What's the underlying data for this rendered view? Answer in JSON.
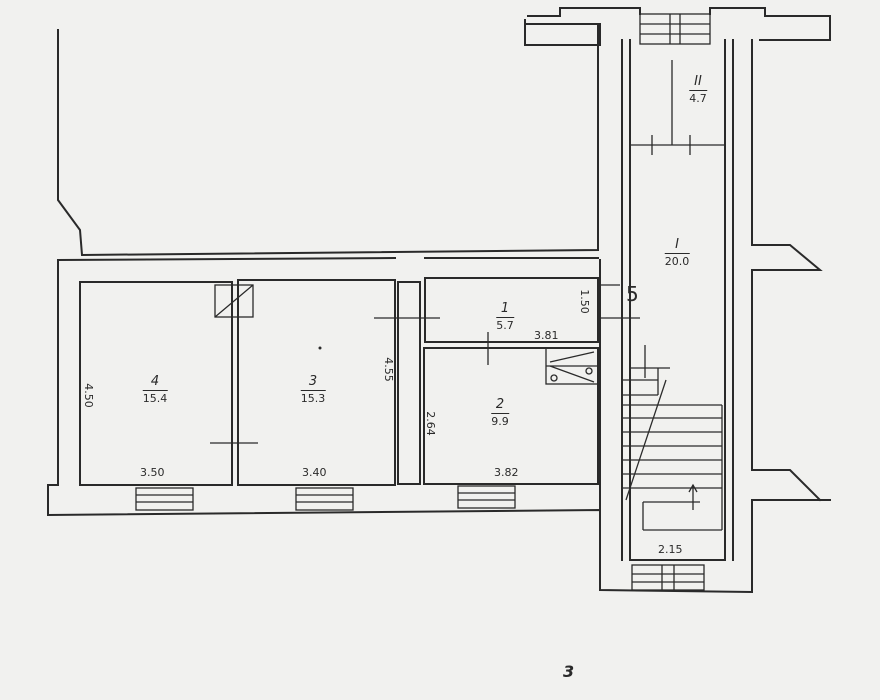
{
  "plan": {
    "rooms": [
      {
        "number": "4",
        "area": "15.4"
      },
      {
        "number": "3",
        "area": "15.3"
      },
      {
        "number": "1",
        "area": "5.7"
      },
      {
        "number": "2",
        "area": "9.9"
      },
      {
        "number": "I",
        "area": "20.0"
      },
      {
        "number": "II",
        "area": "4.7"
      }
    ],
    "dimensions": {
      "room4_width": "3.50",
      "room3_width": "3.40",
      "room2_width": "3.82",
      "stair_width": "2.15",
      "room4_height": "4.50",
      "room3_height": "4.55",
      "room2_height": "2.64",
      "room1_height": "1.50",
      "room1_width": "3.81"
    },
    "mark_5": "5",
    "mark_bottom": "3"
  }
}
